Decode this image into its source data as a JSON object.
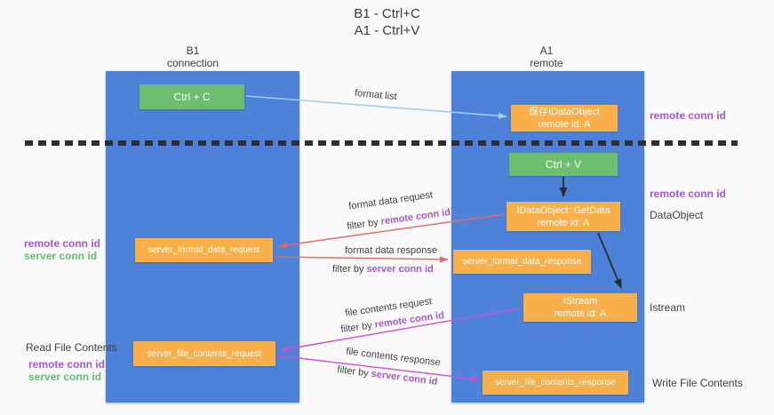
{
  "title": {
    "line1": "B1 - Ctrl+C",
    "line2": "A1 - Ctrl+V"
  },
  "lanes": {
    "left": {
      "title": "B1",
      "subtitle": "connection"
    },
    "right": {
      "title": "A1",
      "subtitle": "remote"
    }
  },
  "nodes": {
    "ctrl_c": "Ctrl + C",
    "ctrl_v": "Ctrl + V",
    "save_dataobject_line1": "保存IDataObject",
    "save_dataobject_line2": "remote id: A",
    "getdata_line1": "IDataObject::GetData",
    "getdata_line2": "remote id: A",
    "istream_line1": "IStream",
    "istream_line2": "remote id: A",
    "format_request": "server_format_data_request",
    "format_response": "server_format_data_response",
    "file_request": "server_file_contents_request",
    "file_response": "server_file_contents_response"
  },
  "labels": {
    "format_list": "format list",
    "format_data_request": "format data request",
    "format_data_response": "format data response",
    "file_contents_request": "file contents request",
    "file_contents_response": "file contents response",
    "filter_by": "filter by",
    "remote_conn_id": "remote conn id",
    "server_conn_id": "server conn id",
    "dataobject": "DataObject",
    "istream": "Istream",
    "read_file_contents": "Read File Contents",
    "write_file_contents": "Write File Contents"
  },
  "colors": {
    "bg": "#fafafa",
    "lane-blue": "#4d82d8",
    "box-orange": "#f9b04a",
    "box-green": "#6dbe6f",
    "arrow-blue": "#a3cdf0",
    "arrow-red": "#e06a6a",
    "arrow-magenta": "#cf4ecf",
    "arrow-black": "#2b2b2b",
    "text-dark": "#3f3f3f",
    "text-purple": "#a459cd",
    "text-green": "#62bd73",
    "dash": "#2e2e2e"
  }
}
